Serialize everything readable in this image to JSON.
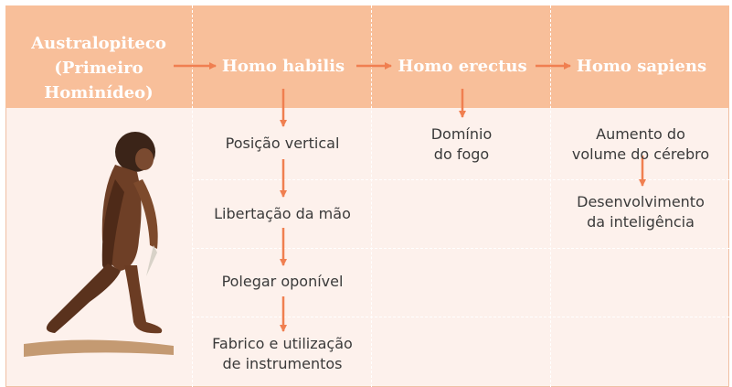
{
  "columns": {
    "australopiteco": "Australopiteco\n(Primeiro\nHominídeo)",
    "habilis": "Homo habilis",
    "erectus": "Homo erectus",
    "sapiens": "Homo sapiens"
  },
  "habilis_items": [
    "Posição vertical",
    "Libertação da mão",
    "Polegar oponível",
    "Fabrico e utilização\nde instrumentos"
  ],
  "erectus_items": [
    "Domínio\ndo fogo"
  ],
  "sapiens_items": [
    "Aumento do\nvolume do cérebro",
    "Desenvolvimento\nda inteligência"
  ],
  "colors": {
    "header": "#f8bf9a",
    "body": "#fdf1ec",
    "arrow": "#f07f50",
    "text": "#3a3a3a"
  },
  "illustration": "australopithecus-figure"
}
